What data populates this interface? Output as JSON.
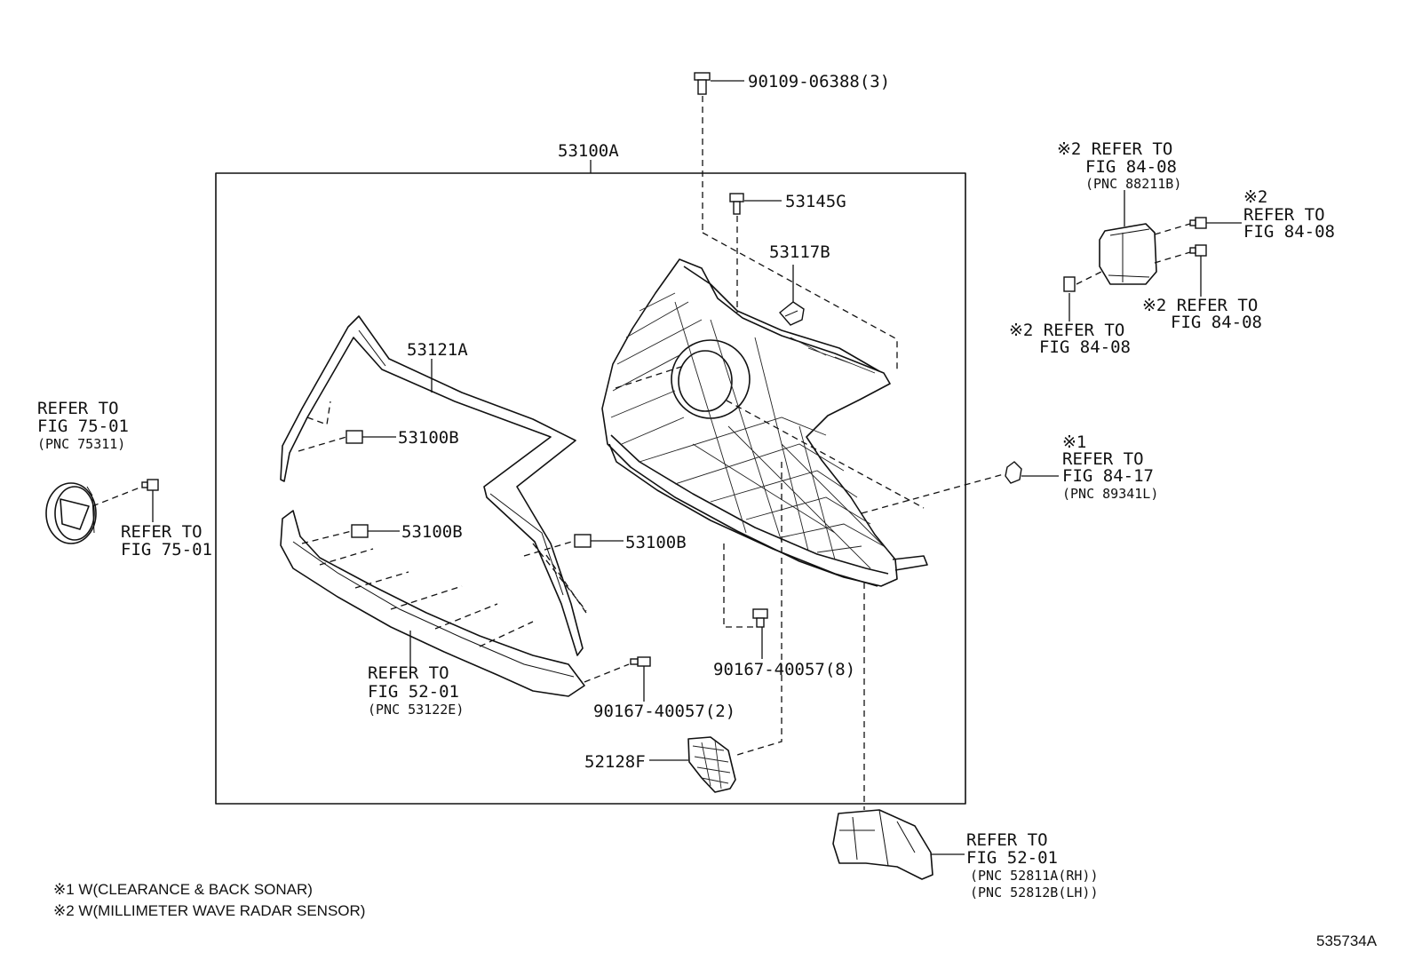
{
  "assembly": {
    "label": "53100A"
  },
  "callouts": {
    "bolt_top": "90109-06388(3)",
    "clip_53145g": "53145G",
    "part_53117b": "53117B",
    "molding_53121a": "53121A",
    "clip_53100b_1": "53100B",
    "clip_53100b_2": "53100B",
    "clip_53100b_3": "53100B",
    "screw_8": "90167-40057(8)",
    "screw_2": "90167-40057(2)",
    "bracket_52128f": "52128F",
    "doc_id": "535734A"
  },
  "refs": {
    "emblem": [
      "REFER TO",
      "FIG 75-01",
      "(PNC 75311)"
    ],
    "emblem_bolt": [
      "REFER TO",
      "FIG 75-01"
    ],
    "lower_molding": [
      "REFER TO",
      "FIG 52-01",
      "(PNC 53122E)"
    ],
    "radar_top": [
      "※2 REFER TO",
      "FIG 84-08",
      "(PNC 88211B)"
    ],
    "radar_bolt_1": [
      "※2",
      "REFER TO",
      "FIG 84-08"
    ],
    "radar_bolt_2": [
      "※2 REFER TO",
      "FIG 84-08"
    ],
    "radar_nut": [
      "※2 REFER TO",
      "FIG 84-08"
    ],
    "sonar": [
      "※1",
      "REFER TO",
      "FIG 84-17",
      "(PNC 89341L)"
    ],
    "lower_bracket": [
      "REFER TO",
      "FIG 52-01",
      "(PNC 52811A(RH))",
      "(PNC 52812B(LH))"
    ]
  },
  "notes": {
    "n1": "※1 W(CLEARANCE & BACK SONAR)",
    "n2": "※2 W(MILLIMETER WAVE RADAR SENSOR)"
  }
}
